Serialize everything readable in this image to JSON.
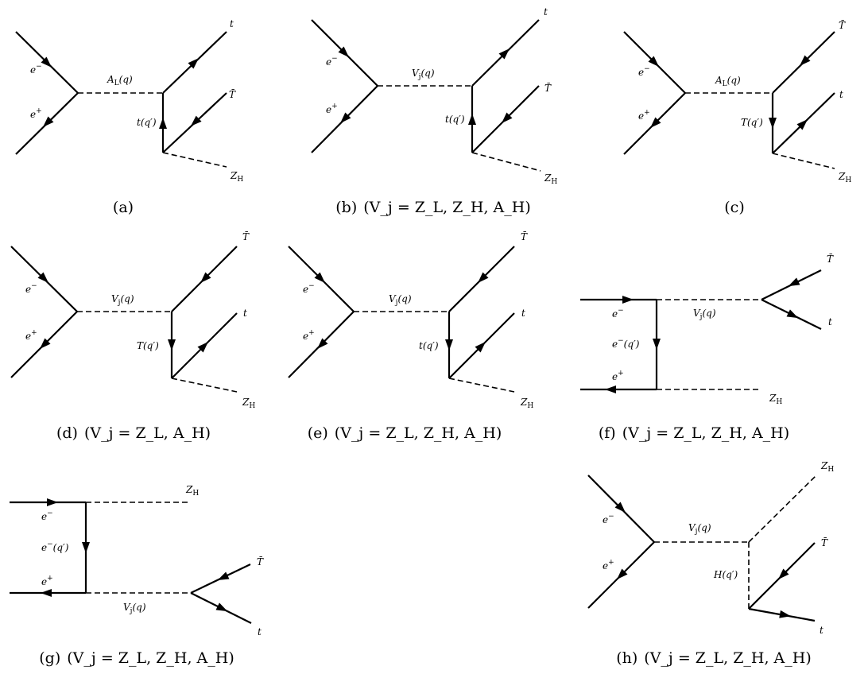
{
  "diagrams": [
    {
      "caption_prefix": "(a)",
      "caption_condition": "",
      "labels": {
        "e_minus": "e",
        "e_minus_sup": "−",
        "e_plus": "e",
        "e_plus_sup": "+",
        "propagator": "A",
        "propagator_sub": "L",
        "propagator_arg": "(q)",
        "top_out": "t",
        "bar_out": "T̄",
        "internal": "t(q′)",
        "scalar_out": "Z",
        "scalar_sub": "H"
      }
    },
    {
      "caption_prefix": "(b)",
      "caption_condition": "(V_j = Z_L, Z_H, A_H)",
      "labels": {
        "e_minus": "e",
        "e_minus_sup": "−",
        "e_plus": "e",
        "e_plus_sup": "+",
        "propagator": "V",
        "propagator_sub": "j",
        "propagator_arg": "(q)",
        "top_out": "t",
        "bar_out": "T̄",
        "internal": "t(q′)",
        "scalar_out": "Z",
        "scalar_sub": "H"
      }
    },
    {
      "caption_prefix": "(c)",
      "caption_condition": "",
      "labels": {
        "e_minus": "e",
        "e_minus_sup": "−",
        "e_plus": "e",
        "e_plus_sup": "+",
        "propagator": "A",
        "propagator_sub": "L",
        "propagator_arg": "(q)",
        "top_out": "T̄",
        "bar_out": "t",
        "internal": "T(q′)",
        "scalar_out": "Z",
        "scalar_sub": "H"
      }
    },
    {
      "caption_prefix": "(d)",
      "caption_condition": "(V_j = Z_L, A_H)",
      "labels": {
        "e_minus": "e",
        "e_minus_sup": "−",
        "e_plus": "e",
        "e_plus_sup": "+",
        "propagator": "V",
        "propagator_sub": "j",
        "propagator_arg": "(q)",
        "top_out": "T̄",
        "bar_out": "t",
        "internal": "T(q′)",
        "scalar_out": "Z",
        "scalar_sub": "H"
      }
    },
    {
      "caption_prefix": "(e)",
      "caption_condition": "(V_j = Z_L, Z_H, A_H)",
      "labels": {
        "e_minus": "e",
        "e_minus_sup": "−",
        "e_plus": "e",
        "e_plus_sup": "+",
        "propagator": "V",
        "propagator_sub": "j",
        "propagator_arg": "(q)",
        "top_out": "T̄",
        "bar_out": "t",
        "internal": "t(q′)",
        "scalar_out": "Z",
        "scalar_sub": "H"
      }
    },
    {
      "caption_prefix": "(f)",
      "caption_condition": "(V_j = Z_L, Z_H, A_H)",
      "labels": {
        "e_minus": "e",
        "e_minus_sup": "−",
        "e_plus": "e",
        "e_plus_sup": "+",
        "internal": "e",
        "internal_sup": "−",
        "internal_arg": "(q′)",
        "propagator": "V",
        "propagator_sub": "j",
        "propagator_arg": "(q)",
        "top_out": "T̄",
        "bar_out": "t",
        "scalar_out": "Z",
        "scalar_sub": "H"
      }
    },
    {
      "caption_prefix": "(g)",
      "caption_condition": "(V_j = Z_L, Z_H, A_H)",
      "labels": {
        "e_minus": "e",
        "e_minus_sup": "−",
        "e_plus": "e",
        "e_plus_sup": "+",
        "internal": "e",
        "internal_sup": "−",
        "internal_arg": "(q′)",
        "propagator": "V",
        "propagator_sub": "j",
        "propagator_arg": "(q)",
        "top_out": "T̄",
        "bar_out": "t",
        "scalar_out": "Z",
        "scalar_sub": "H"
      }
    },
    {
      "caption_prefix": "(h)",
      "caption_condition": "(V_j = Z_L, Z_H, A_H)",
      "labels": {
        "e_minus": "e",
        "e_minus_sup": "−",
        "e_plus": "e",
        "e_plus_sup": "+",
        "propagator": "V",
        "propagator_sub": "j",
        "propagator_arg": "(q)",
        "internal": "H(q′)",
        "top_out": "T̄",
        "bar_out": "t",
        "scalar_out": "Z",
        "scalar_sub": "H"
      }
    }
  ]
}
